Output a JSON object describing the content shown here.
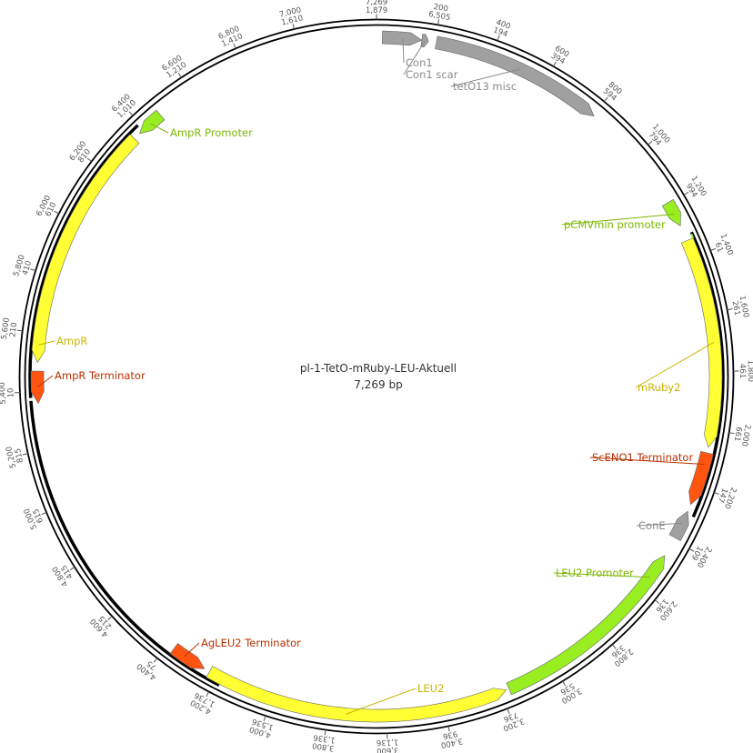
{
  "plasmid": {
    "name": "pl-1-TetO-mRuby-LEU-Aktuell",
    "size_label": "7,269 bp",
    "length": 7269
  },
  "colors": {
    "backbone": "#000000",
    "gray_feature": "#a0a0a0",
    "yellow_feature": "#ffff33",
    "green_feature": "#99ee22",
    "red_feature": "#ff5511",
    "label_gray": "#8a8a8a",
    "label_yellow": "#c8b400",
    "label_green": "#7cb800",
    "label_red": "#b83000"
  },
  "ticks": [
    {
      "bp": 7269,
      "label": "7,269",
      "sublabel": "1,879"
    },
    {
      "bp": 200,
      "label": "200",
      "sublabel": "6,505"
    },
    {
      "bp": 400,
      "label": "400",
      "sublabel": "194"
    },
    {
      "bp": 600,
      "label": "600",
      "sublabel": "394"
    },
    {
      "bp": 800,
      "label": "800",
      "sublabel": "594"
    },
    {
      "bp": 1000,
      "label": "1,000",
      "sublabel": "794"
    },
    {
      "bp": 1200,
      "label": "1,200",
      "sublabel": "994"
    },
    {
      "bp": 1400,
      "label": "1,400",
      "sublabel": "61"
    },
    {
      "bp": 1600,
      "label": "1,600",
      "sublabel": "261"
    },
    {
      "bp": 1800,
      "label": "1,800",
      "sublabel": "461"
    },
    {
      "bp": 2000,
      "label": "2,000",
      "sublabel": "661"
    },
    {
      "bp": 2200,
      "label": "2,200",
      "sublabel": "147"
    },
    {
      "bp": 2400,
      "label": "2,400",
      "sublabel": "109"
    },
    {
      "bp": 2600,
      "label": "2,600",
      "sublabel": "136"
    },
    {
      "bp": 2800,
      "label": "2,800",
      "sublabel": "336"
    },
    {
      "bp": 3000,
      "label": "3,000",
      "sublabel": "536"
    },
    {
      "bp": 3200,
      "label": "3,200",
      "sublabel": "736"
    },
    {
      "bp": 3400,
      "label": "3,400",
      "sublabel": "936"
    },
    {
      "bp": 3600,
      "label": "3,600",
      "sublabel": "1,136"
    },
    {
      "bp": 3800,
      "label": "3,800",
      "sublabel": "1,336"
    },
    {
      "bp": 4000,
      "label": "4,000",
      "sublabel": "1,536"
    },
    {
      "bp": 4200,
      "label": "4,200",
      "sublabel": "1,736"
    },
    {
      "bp": 4400,
      "label": "4,400",
      "sublabel": "75"
    },
    {
      "bp": 4600,
      "label": "4,600",
      "sublabel": "215"
    },
    {
      "bp": 4800,
      "label": "4,800",
      "sublabel": "415"
    },
    {
      "bp": 5000,
      "label": "5,000",
      "sublabel": "615"
    },
    {
      "bp": 5200,
      "label": "5,200",
      "sublabel": "815"
    },
    {
      "bp": 5400,
      "label": "5,400",
      "sublabel": "10"
    },
    {
      "bp": 5600,
      "label": "5,600",
      "sublabel": "210"
    },
    {
      "bp": 5800,
      "label": "5,800",
      "sublabel": "410"
    },
    {
      "bp": 6000,
      "label": "6,000",
      "sublabel": "610"
    },
    {
      "bp": 6200,
      "label": "6,200",
      "sublabel": "810"
    },
    {
      "bp": 6400,
      "label": "6,400",
      "sublabel": "1,010"
    },
    {
      "bp": 6600,
      "label": "6,600",
      "sublabel": "1,210"
    },
    {
      "bp": 6800,
      "label": "6,800",
      "sublabel": "1,410"
    },
    {
      "bp": 7000,
      "label": "7,000",
      "sublabel": "1,610"
    }
  ],
  "features": [
    {
      "id": "con1",
      "name": "Con1",
      "start": 20,
      "end": 155,
      "strand": 1,
      "color": "gray_feature",
      "label_color": "label_gray"
    },
    {
      "id": "con1-scar",
      "name": "Con1 scar",
      "start": 155,
      "end": 178,
      "strand": 1,
      "color": "gray_feature",
      "label_color": "label_gray"
    },
    {
      "id": "tetO13-misc",
      "name": "tetO13 misc",
      "start": 205,
      "end": 805,
      "strand": 1,
      "color": "gray_feature",
      "label_color": "label_gray"
    },
    {
      "id": "pcmvmin-promoter",
      "name": "pCMVmin promoter",
      "start": 1195,
      "end": 1285,
      "strand": 1,
      "color": "green_feature",
      "label_color": "label_green"
    },
    {
      "id": "mruby2",
      "name": "mRuby2",
      "start": 1340,
      "end": 2060,
      "strand": 1,
      "color": "yellow_feature",
      "label_color": "label_yellow"
    },
    {
      "id": "sceno1-terminator",
      "name": "ScENO1 Terminator",
      "start": 2080,
      "end": 2265,
      "strand": 1,
      "color": "red_feature",
      "label_color": "label_red"
    },
    {
      "id": "cone",
      "name": "ConE",
      "start": 2290,
      "end": 2390,
      "strand": -1,
      "color": "gray_feature",
      "label_color": "label_gray"
    },
    {
      "id": "leu2-promoter",
      "name": "LEU2 Promoter",
      "start": 2460,
      "end": 3170,
      "strand": -1,
      "color": "green_feature",
      "label_color": "label_green"
    },
    {
      "id": "leu2",
      "name": "LEU2",
      "start": 3180,
      "end": 4230,
      "strand": -1,
      "color": "yellow_feature",
      "label_color": "label_yellow"
    },
    {
      "id": "agleu2-terminator",
      "name": "AgLEU2 Terminator",
      "start": 4250,
      "end": 4375,
      "strand": -1,
      "color": "red_feature",
      "label_color": "label_red"
    },
    {
      "id": "ampr-terminator",
      "name": "AmpR Terminator",
      "start": 5360,
      "end": 5470,
      "strand": -1,
      "color": "red_feature",
      "label_color": "label_red"
    },
    {
      "id": "ampr",
      "name": "AmpR",
      "start": 5500,
      "end": 6350,
      "strand": -1,
      "color": "yellow_feature",
      "label_color": "label_yellow"
    },
    {
      "id": "ampr-promoter",
      "name": "AmpR Promoter",
      "start": 6375,
      "end": 6470,
      "strand": -1,
      "color": "green_feature",
      "label_color": "label_green"
    }
  ],
  "segments": [
    {
      "start": 1320,
      "end": 2300
    },
    {
      "start": 4180,
      "end": 5370
    },
    {
      "start": 5380,
      "end": 6390
    }
  ]
}
